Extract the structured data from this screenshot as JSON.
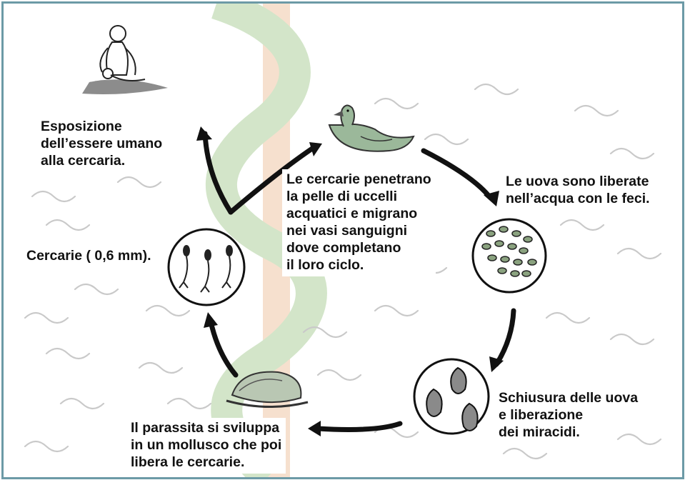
{
  "labels": {
    "exposure": "Esposizione\ndell’essere umano\nalla cercaria.",
    "bird": "Le cercarie penetrano\nla pelle di uccelli\nacquatici e migrano\nnei vasi sanguigni\ndove completano\nil loro ciclo.",
    "eggs": "Le uova sono liberate\nnell’acqua con le feci.",
    "cercariae": "Cercarie ( 0,6 mm).",
    "hatching": "Schiusura delle uova\ne liberazione\ndei miracidi.",
    "snail": "Il parassita si sviluppa\nin un mollusco che poi\nlibera le cercarie."
  },
  "icons": [
    "human-bather-icon",
    "duck-icon",
    "eggs-icon",
    "miracidia-icon",
    "snail-icon",
    "cercariae-icon"
  ],
  "colors": {
    "frame": "#6c9aa6",
    "watermark_green": "#cfe3c4",
    "watermark_orange": "#f6ddc9",
    "waves": "#c9c9c9",
    "arrow": "#111111"
  }
}
